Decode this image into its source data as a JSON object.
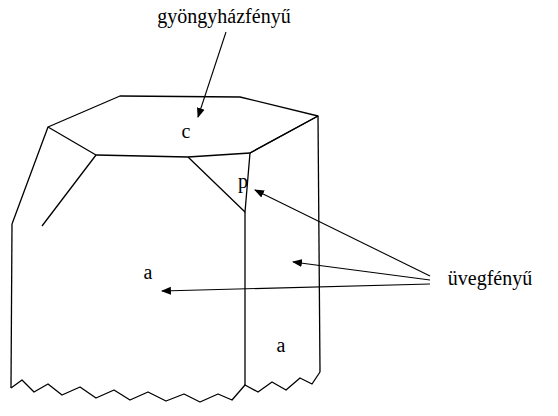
{
  "diagram": {
    "labels": [
      "gyöngyházfényű",
      "c",
      "p",
      "a",
      "a",
      "üvegfényű"
    ]
  }
}
